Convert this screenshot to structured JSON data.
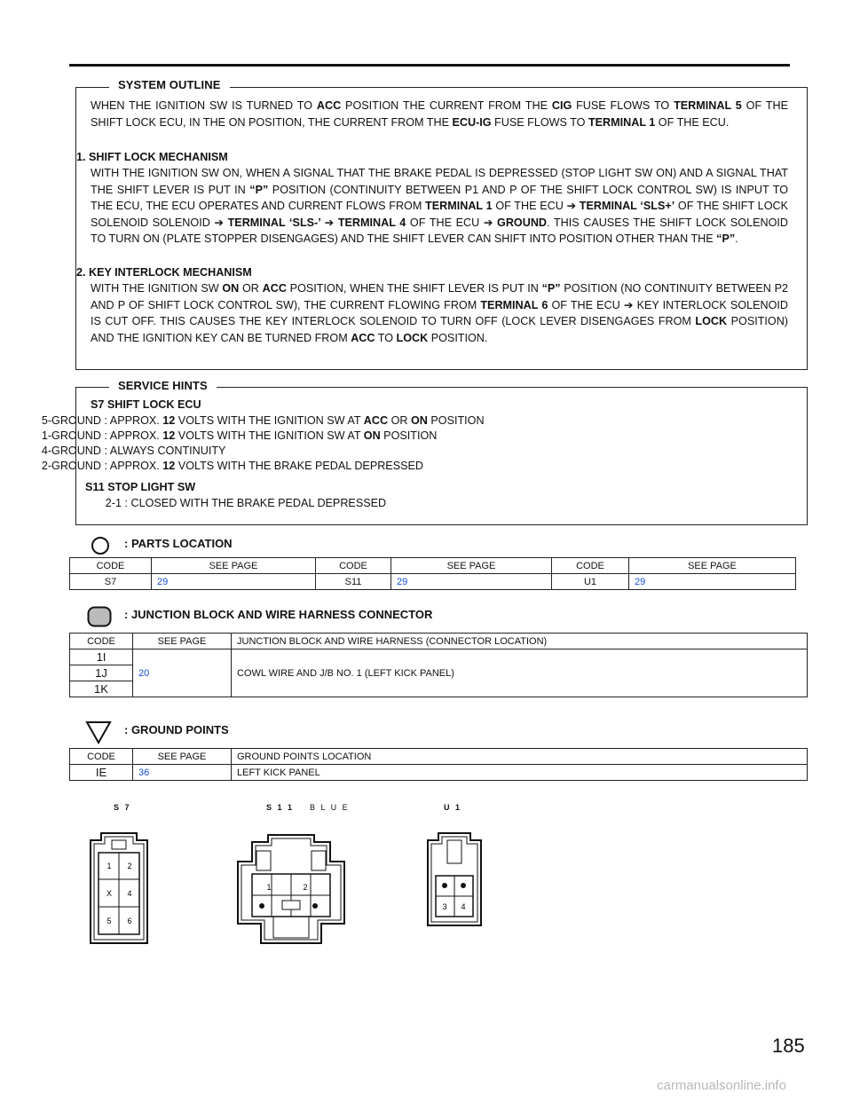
{
  "system_outline": {
    "title": "SYSTEM OUTLINE",
    "intro": {
      "t1": "WHEN THE IGNITION SW IS TURNED TO ",
      "acc": "ACC",
      "t2": " POSITION THE CURRENT FROM THE ",
      "cig": "CIG",
      "t3": " FUSE FLOWS TO ",
      "term5": "TERMINAL 5",
      "t4": " OF THE SHIFT LOCK ECU, IN THE ON POSITION, THE CURRENT FROM THE ",
      "ecuig": "ECU-IG",
      "t5": "  FUSE FLOWS TO ",
      "term1": "TERMINAL 1",
      "t6": " OF THE ECU."
    },
    "s1": {
      "heading": "1.   SHIFT LOCK MECHANISM",
      "t1": "WITH THE IGNITION SW ON, WHEN A SIGNAL THAT THE BRAKE PEDAL IS DEPRESSED (STOP LIGHT SW ON) AND A SIGNAL THAT THE SHIFT LEVER IS PUT IN ",
      "p1": "“P”",
      "t2": " POSITION (CONTINUITY BETWEEN P1 AND P OF THE SHIFT LOCK CONTROL SW) IS INPUT TO THE ECU, THE ECU OPERATES AND CURRENT FLOWS FROM ",
      "term1": "TERMINAL 1",
      "t3": " OF THE ECU ",
      "a1": "➔ TERMINAL ‘SLS+’",
      "t4": " OF THE SHIFT LOCK SOLENOID SOLENOID ",
      "a2": "➔   TERMINAL ‘SLS-’ ➔   TERMINAL 4",
      "t5": " OF THE ECU ",
      "a3": "➔   GROUND",
      "t6": ".  THIS CAUSES THE SHIFT LOCK SOLENOID TO TURN ON (PLATE STOPPER DISENGAGES) AND THE SHIFT LEVER CAN SHIFT INTO POSITION OTHER THAN THE ",
      "p2": "“P”",
      "t7": "."
    },
    "s2": {
      "heading": "2.   KEY INTERLOCK MECHANISM",
      "t1": "WITH THE IGNITION SW ",
      "on": "ON",
      "t2": " OR ",
      "acc": "ACC",
      "t3": " POSITION, WHEN THE SHIFT LEVER IS PUT IN ",
      "p": "“P”",
      "t4": " POSITION (NO CONTINUITY BETWEEN P2 AND P OF SHIFT LOCK CONTROL SW), THE CURRENT FLOWING FROM ",
      "term6": "TERMINAL 6",
      "t5": " OF THE ECU ",
      "arrow": "➔",
      "t6": " KEY INTERLOCK SOLENOID IS CUT OFF.  THIS CAUSES THE KEY INTERLOCK SOLENOID TO TURN OFF (LOCK LEVER DISENGAGES FROM ",
      "lock1": "LOCK",
      "t7": " POSITION) AND THE IGNITION KEY CAN BE TURNED FROM ",
      "acc2": "ACC",
      "t8": " TO ",
      "lock2": "LOCK",
      "t9": " POSITION."
    }
  },
  "service_hints": {
    "title": "SERVICE HINTS",
    "s7_heading": "S7 SHIFT LOCK ECU",
    "r1": {
      "code": "5-GROUND",
      "t1": "  : APPROX. ",
      "v": "12",
      "t2": " VOLTS WITH THE IGNITION SW AT ",
      "acc": "ACC",
      "t3": " OR ",
      "on": "ON",
      "t4": " POSITION"
    },
    "r2": {
      "code": "1-GROUND",
      "t1": "  : APPROX. ",
      "v": "12",
      "t2": " VOLTS WITH THE IGNITION SW AT ",
      "on": "ON",
      "t3": " POSITION"
    },
    "r3": {
      "code": "4-GROUND",
      "t1": "  : ALWAYS CONTINUITY"
    },
    "r4": {
      "code": "2-GROUND",
      "t1": "  : APPROX. ",
      "v": "12",
      "t2": " VOLTS WITH THE BRAKE PEDAL DEPRESSED"
    },
    "s11_heading": "S11 STOP LIGHT SW",
    "r5": {
      "code": "2-1",
      "t1": "  : CLOSED WITH THE BRAKE PEDAL DEPRESSED"
    }
  },
  "parts_location": {
    "label": ": PARTS LOCATION",
    "headers": [
      "CODE",
      "SEE PAGE",
      "CODE",
      "SEE PAGE",
      "CODE",
      "SEE PAGE"
    ],
    "row": [
      "S7",
      "29",
      "S11",
      "29",
      "U1",
      "29"
    ]
  },
  "junction": {
    "label": ": JUNCTION BLOCK AND WIRE HARNESS CONNECTOR",
    "headers": [
      "CODE",
      "SEE PAGE",
      "JUNCTION BLOCK AND WIRE HARNESS (CONNECTOR LOCATION)"
    ],
    "codes": [
      "1I",
      "1J",
      "1K"
    ],
    "page": "20",
    "location": "COWL WIRE AND J/B NO. 1 (LEFT KICK PANEL)"
  },
  "ground": {
    "label": ": GROUND POINTS",
    "headers": [
      "CODE",
      "SEE PAGE",
      "GROUND POINTS LOCATION"
    ],
    "row": [
      "IE",
      "36",
      "LEFT KICK PANEL"
    ]
  },
  "connectors": {
    "s7": {
      "label": "S 7",
      "pins": [
        "1",
        "2",
        "X",
        "4",
        "5",
        "6"
      ]
    },
    "s11": {
      "label": "S 1 1",
      "color": "B L U E",
      "pins": [
        "1",
        "2"
      ]
    },
    "u1": {
      "label": "U 1",
      "pins": [
        "3",
        "4"
      ]
    }
  },
  "page_number": "185",
  "watermark": "carmanualsonline.info"
}
